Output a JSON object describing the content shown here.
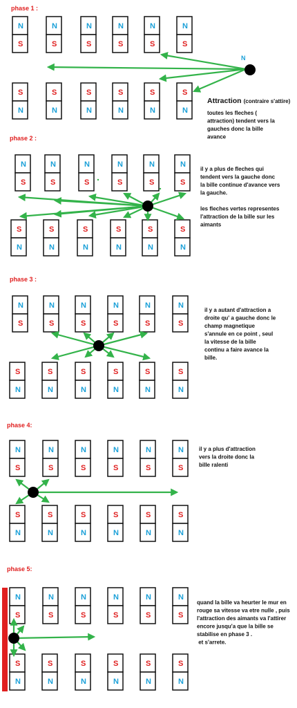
{
  "colors": {
    "north": "#1aa0d8",
    "south": "#e02020",
    "arrow": "#33b34a",
    "ball": "#000000",
    "wall": "#e02020",
    "phase_label": "#e02020",
    "magnet_border": "#111111"
  },
  "magnet_letters": {
    "north": "N",
    "south": "S"
  },
  "phases": [
    {
      "label": "phase 1 :",
      "ball_label": "N",
      "note_title": "Attraction",
      "note_title_suffix": "(contraire s'attire)",
      "note_lines": [
        "toutes les fleches (",
        "attraction) tendent vers la",
        "gauches donc la bille",
        "avance"
      ]
    },
    {
      "label": "phase 2 :",
      "note_lines": [
        "il y a plus de fleches qui",
        "tendent vers la gauche donc",
        "la bille continue d'avance vers",
        "la gauche.",
        "",
        "les fleches vertes representes",
        "l'attraction de la bille sur les",
        "aimants"
      ]
    },
    {
      "label": "phase 3 :",
      "note_lines": [
        "il y a autant d'attraction a",
        "droite qu' a gauche donc le",
        "champ magnetique",
        "s'annule en ce point , seul",
        "la vitesse de la bille",
        "continu a faire avance la",
        "bille."
      ]
    },
    {
      "label": "phase 4:",
      "note_lines": [
        "il y a plus d'attraction",
        "vers la droite donc la",
        "bille ralenti"
      ]
    },
    {
      "label": "phase 5:",
      "note_lines": [
        "quand la bille va heurter le mur en",
        "rouge sa vitesse va etre nulle , puis",
        "l'attraction des aimants va l'attirer",
        "encore jusqu'a que la bille se",
        "stabilise en phase 3 .",
        " et s'arrete."
      ]
    }
  ]
}
